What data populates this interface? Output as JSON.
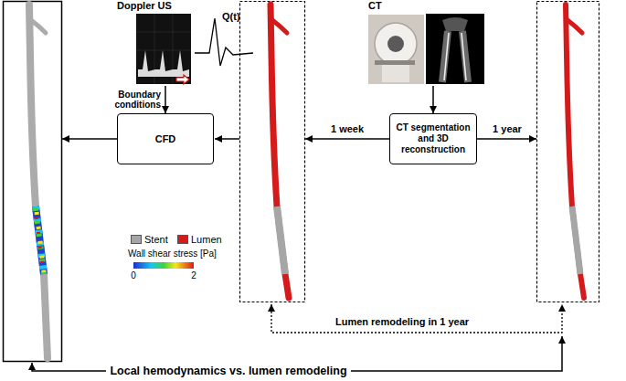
{
  "diagram": {
    "nodes": [
      {
        "text": [
          "Doppler US",
          "Q(t)"
        ]
      },
      {
        "text": [
          "CFD"
        ]
      },
      {
        "text": [
          "CT"
        ]
      },
      {
        "text": [
          "CT segmentation and 3D reconstruction"
        ]
      }
    ],
    "edges": [
      {
        "from": 0,
        "to": 1,
        "arrow": "to",
        "label": "Boundary conditions"
      },
      {
        "from": 2,
        "to": 3,
        "arrow": "to"
      }
    ],
    "labels": [
      "1 week",
      "1 year",
      "Wall shear stress [Pa]",
      "0",
      "2",
      "Lumen remodeling in 1 year",
      "Local hemodynamics vs. lumen remodeling"
    ],
    "legend": [
      {
        "text": "Stent",
        "color": "#a6a6a6"
      },
      {
        "text": "Lumen",
        "color": "#d41a1a"
      }
    ]
  }
}
